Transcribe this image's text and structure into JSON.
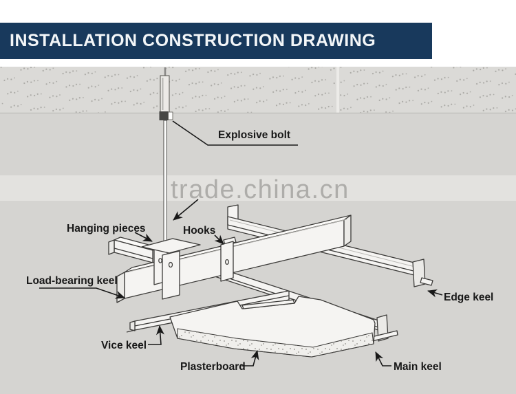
{
  "header": {
    "title": "INSTALLATION CONSTRUCTION DRAWING"
  },
  "watermark": {
    "text": "trade.china.cn"
  },
  "diagram": {
    "labels": {
      "explosive_bolt": "Explosive bolt",
      "hanging_pieces": "Hanging pieces",
      "hooks": "Hooks",
      "load_bearing_keel": "Load-bearing keel",
      "edge_keel": "Edge keel",
      "vice_keel": "Vice keel",
      "plasterboard": "Plasterboard",
      "main_keel": "Main keel"
    },
    "colors": {
      "header_bg": "#18395c",
      "header_text": "#f3f6f8",
      "canvas": "#d5d4d1",
      "ceiling": "#dbdad7",
      "watermark_band": "#e3e2df",
      "watermark_text": "#a5a4a1",
      "part_fill": "#f5f4f2",
      "outline": "#3b3a38",
      "label_text": "#181818"
    }
  }
}
